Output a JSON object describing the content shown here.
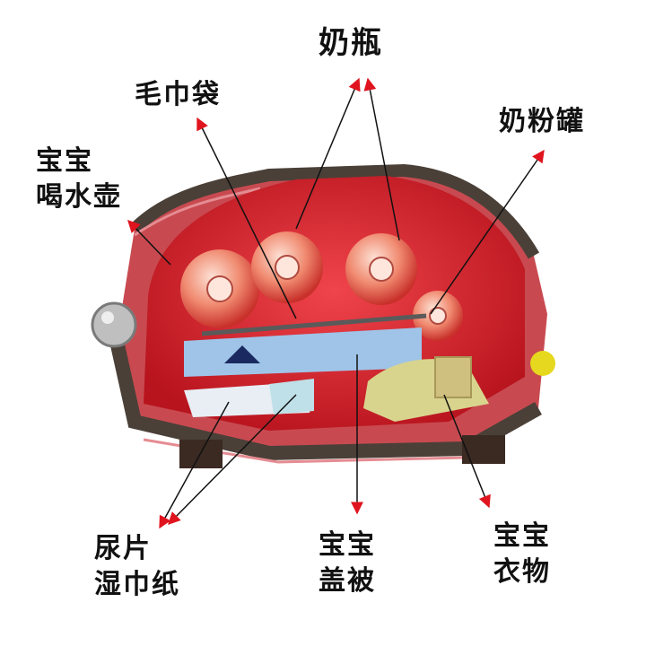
{
  "labels": {
    "baby_bottle": "奶瓶",
    "towel_bag": "毛巾袋",
    "formula_can": "奶粉罐",
    "baby_kettle": [
      "宝宝",
      "喝水壶"
    ],
    "diaper_wipes": [
      "尿片",
      "湿巾纸"
    ],
    "baby_blanket": [
      "宝宝",
      "盖被"
    ],
    "baby_clothes": [
      "宝宝",
      "衣物"
    ]
  },
  "colors": {
    "bag_lining": "#d8202a",
    "bag_outer": "#c84a50",
    "bag_trim": "#4a4038",
    "bottle": "#e2433b",
    "towel": "#9fc4e8",
    "clothes": "#d8d48e",
    "arrow": "#111111",
    "arrow_head": "#e0141e"
  }
}
